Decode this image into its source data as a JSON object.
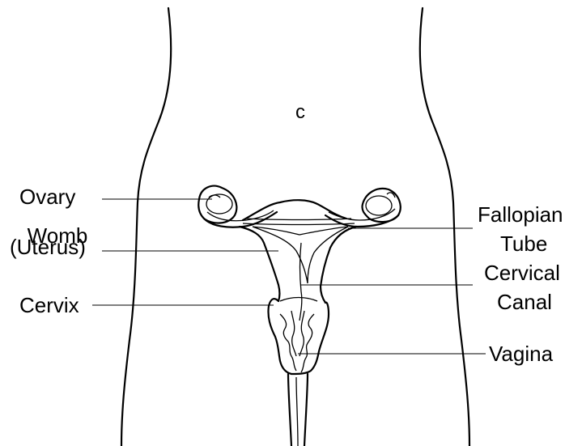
{
  "diagram": {
    "navel_mark": "c",
    "labels": {
      "ovary": "Ovary",
      "womb": "Womb",
      "uterus": "(Uterus)",
      "cervix": "Cervix",
      "fallopian": "Fallopian",
      "tube": "Tube",
      "cervical": "Cervical",
      "canal": "Canal",
      "vagina": "Vagina"
    },
    "colors": {
      "ink": "#000000",
      "background": "#ffffff"
    }
  }
}
